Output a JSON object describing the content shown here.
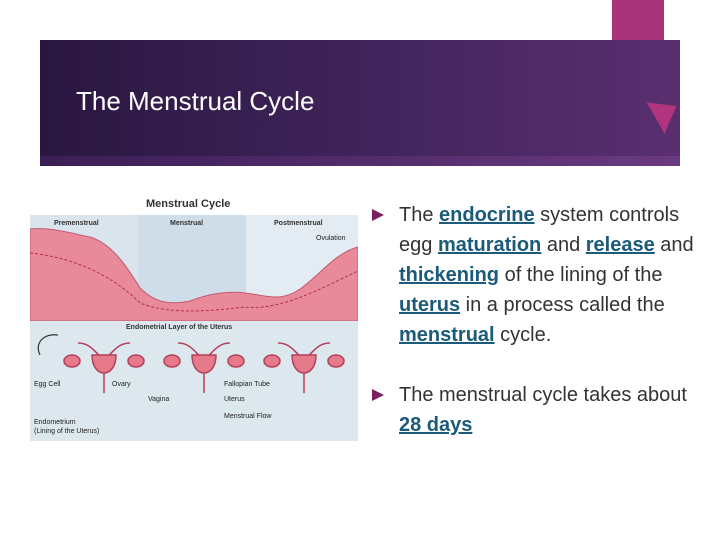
{
  "slide": {
    "title": "The Menstrual Cycle",
    "colors": {
      "band": "#3d2258",
      "accent": "#a8347a",
      "bullet": "#7a1f5c",
      "keyword": "#1a5a7a"
    }
  },
  "figure": {
    "title": "Menstrual Cycle",
    "phases": [
      "Premenstrual",
      "Menstrual",
      "Postmenstrual"
    ],
    "ovulation": "Ovulation",
    "layer_label": "Endometrial Layer of the Uterus",
    "labels": {
      "egg_cell": "Egg Cell",
      "ovary": "Ovary",
      "fallopian": "Fallopian Tube",
      "vagina": "Vagina",
      "uterus": "Uterus",
      "endometrium": "Endometrium",
      "endometrium_sub": "(Lining of the Uterus)",
      "flow": "Menstrual Flow"
    }
  },
  "bullets": {
    "b1": {
      "t1": "The ",
      "k1": "endocrine",
      "t2": " system controls egg ",
      "k2": "maturation",
      "t3": " and ",
      "k3": "release",
      "t4": " and ",
      "k4": "thickening",
      "t5": " of the lining of the ",
      "k5": "uterus",
      "t6": " in a process called the ",
      "k6": "menstrual",
      "t7": " cycle."
    },
    "b2": {
      "t1": "The menstrual cycle takes about ",
      "k1": "28 days"
    }
  }
}
